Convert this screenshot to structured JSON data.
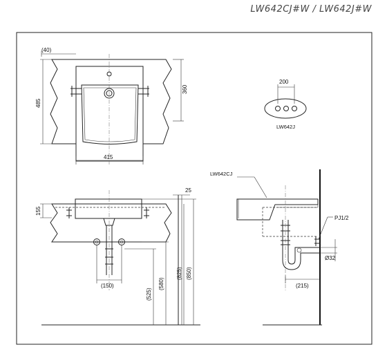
{
  "drawing": {
    "title": "LW642CJ#W / LW642J#W",
    "top_view": {
      "dim_offset": "(40)",
      "dim_overall_height": "485",
      "dim_right_height": "360",
      "dim_width": "415"
    },
    "faucet_view": {
      "dim_spacing": "200",
      "model_label": "LW642J"
    },
    "front_view": {
      "dim_deck": "155",
      "dim_wall": "25",
      "dim_trap_offset": "(150)",
      "dim_h1": "(525)",
      "dim_h2": "(580)",
      "dim_h3": "(825)",
      "dim_h4": "(850)"
    },
    "side_view": {
      "model_label": "LW642CJ",
      "pipe_label": "PJ1/2",
      "dim_drain": "Ø32",
      "dim_depth": "(215)"
    }
  }
}
